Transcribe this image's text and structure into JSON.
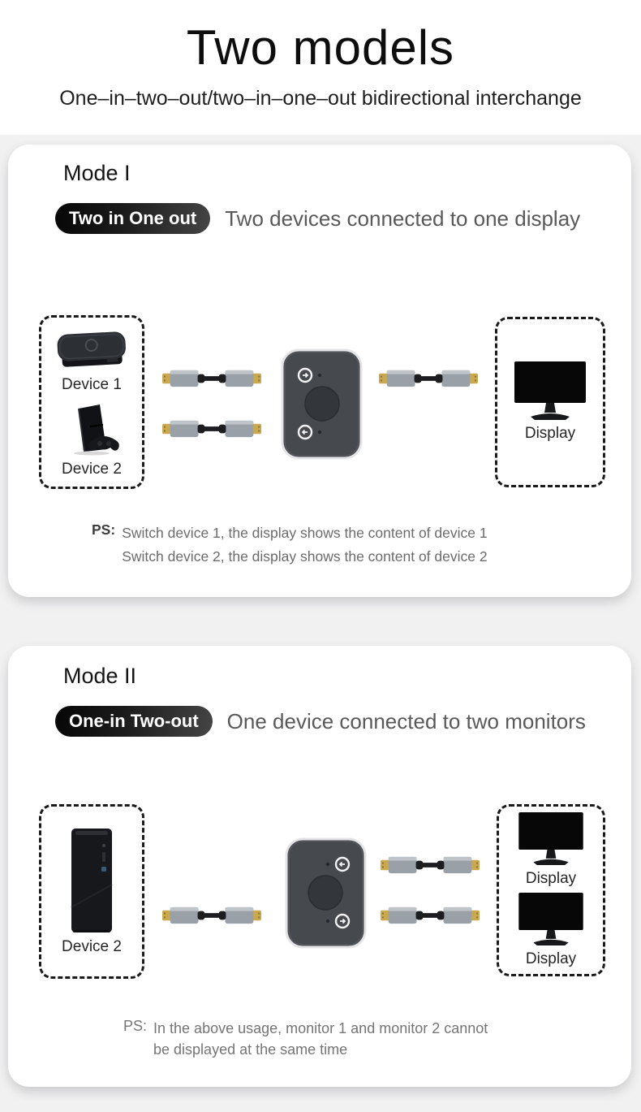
{
  "header": {
    "title": "Two models",
    "subtitle": "One–in–two–out/two–in–one–out bidirectional interchange"
  },
  "mode1": {
    "heading": "Mode I",
    "badge": "Two in One out",
    "description": "Two devices connected to one display",
    "source_box": {
      "device1_label": "Device 1",
      "device2_label": "Device 2"
    },
    "display_box": {
      "display_label": "Display"
    },
    "ps": {
      "prefix": "PS:",
      "line1": "Switch device 1, the display shows the content of device 1",
      "line2": "Switch device 2, the display shows the content of device 2"
    }
  },
  "mode2": {
    "heading": "Mode II",
    "badge": "One-in Two-out",
    "description": "One device connected to two monitors",
    "source_box": {
      "device_label": "Device 2"
    },
    "display_box": {
      "display1_label": "Display",
      "display2_label": "Display"
    },
    "ps": {
      "prefix": "PS:",
      "line1": "In the above usage, monitor 1 and monitor 2 cannot",
      "line2": "be displayed at the same time"
    }
  },
  "colors": {
    "page_background": "#f1f1f2",
    "card_background": "#ffffff",
    "badge_background": "#111111",
    "badge_text": "#ffffff",
    "description_text": "#595959",
    "ps_text": "#6b6b6b",
    "dashed_border": "#1a1a1a",
    "cable_gold": "#c9a850",
    "cable_connector_gray": "#9aa0a7",
    "switch_body": "#46494e",
    "monitor_screen": "#070707"
  }
}
